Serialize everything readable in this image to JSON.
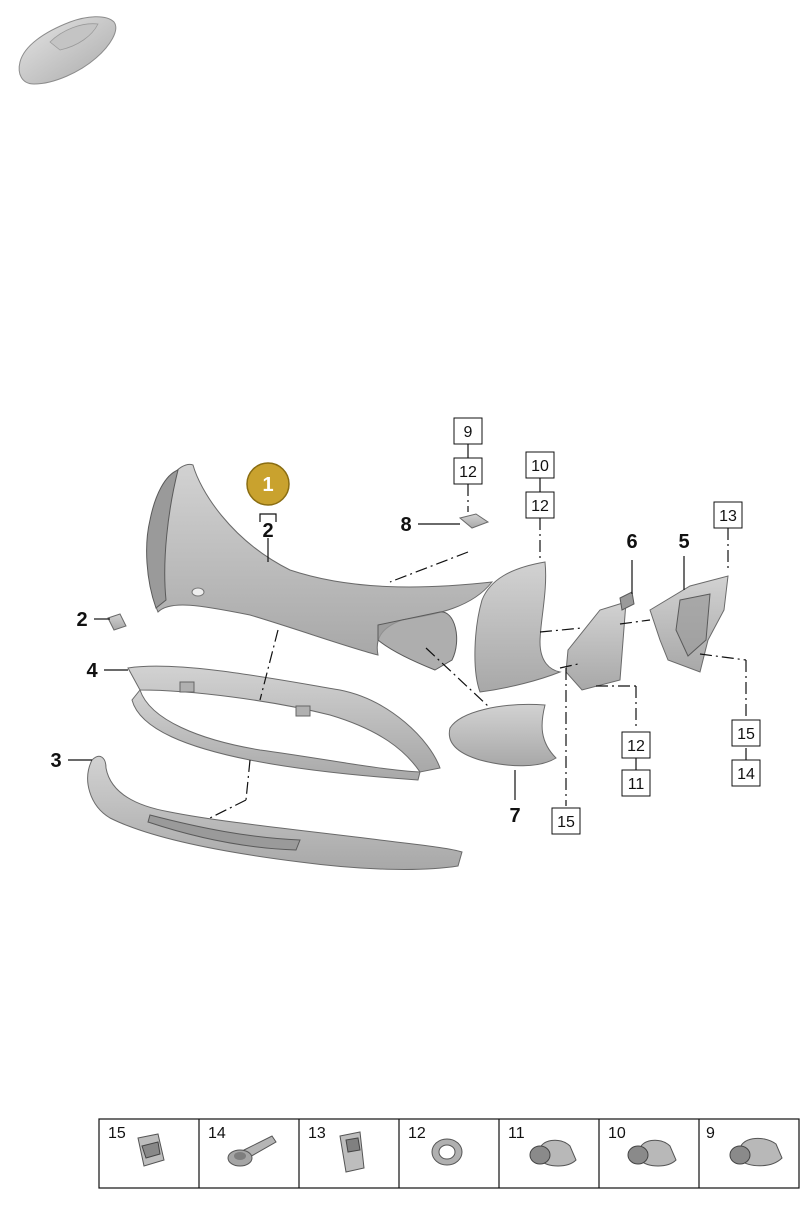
{
  "diagram": {
    "callout": "1",
    "labels": {
      "part2_top": "2",
      "part2_left": "2",
      "part3": "3",
      "part4": "4",
      "part5": "5",
      "part6": "6",
      "part7": "7",
      "part8": "8"
    },
    "boxes": {
      "top_9": "9",
      "top_12": "12",
      "mid_10": "10",
      "mid_12": "12",
      "right_13": "13",
      "bracket_12": "12",
      "bracket_11": "11",
      "right_15": "15",
      "right_14": "14",
      "center_15": "15"
    }
  },
  "legend": {
    "cells": [
      {
        "num": "15",
        "icon": "clip-nut-icon"
      },
      {
        "num": "14",
        "icon": "screw-icon"
      },
      {
        "num": "13",
        "icon": "bracket-clip-icon"
      },
      {
        "num": "12",
        "icon": "seal-ring-icon"
      },
      {
        "num": "11",
        "icon": "parking-sensor-icon"
      },
      {
        "num": "10",
        "icon": "parking-sensor-icon"
      },
      {
        "num": "9",
        "icon": "parking-sensor-icon"
      }
    ]
  }
}
